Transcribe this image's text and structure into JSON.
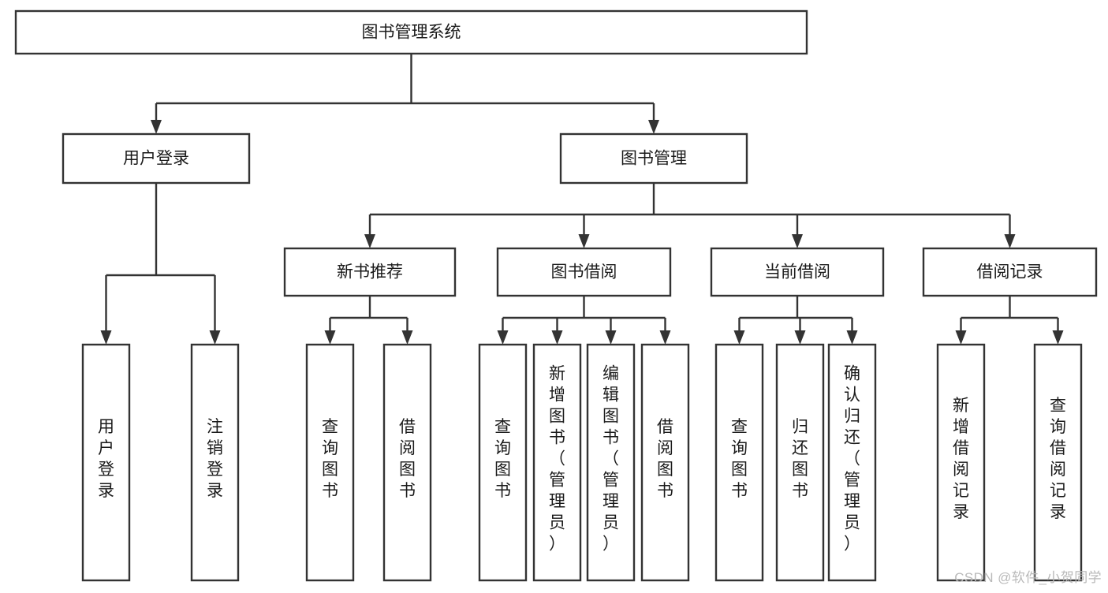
{
  "diagram": {
    "type": "tree",
    "title": "图书管理系统",
    "root": {
      "id": "root",
      "label": "图书管理系统"
    },
    "level2": [
      {
        "id": "user-login",
        "label": "用户登录"
      },
      {
        "id": "book-manage",
        "label": "图书管理"
      }
    ],
    "level3": [
      {
        "id": "new-book-recommend",
        "label": "新书推荐",
        "parent": "book-manage"
      },
      {
        "id": "book-borrow",
        "label": "图书借阅",
        "parent": "book-manage"
      },
      {
        "id": "current-borrow",
        "label": "当前借阅",
        "parent": "book-manage"
      },
      {
        "id": "borrow-record",
        "label": "借阅记录",
        "parent": "book-manage"
      }
    ],
    "leaves": [
      {
        "id": "leaf-user-login",
        "label": "用户登录",
        "parent": "user-login"
      },
      {
        "id": "leaf-user-logout",
        "label": "注销登录",
        "parent": "user-login"
      },
      {
        "id": "leaf-query-book-1",
        "label": "查询图书",
        "parent": "new-book-recommend"
      },
      {
        "id": "leaf-borrow-book-1",
        "label": "借阅图书",
        "parent": "new-book-recommend"
      },
      {
        "id": "leaf-query-book-2",
        "label": "查询图书",
        "parent": "book-borrow"
      },
      {
        "id": "leaf-add-book",
        "label": "新增图书（管理员）",
        "parent": "book-borrow"
      },
      {
        "id": "leaf-edit-book",
        "label": "编辑图书（管理员）",
        "parent": "book-borrow"
      },
      {
        "id": "leaf-borrow-book-2",
        "label": "借阅图书",
        "parent": "book-borrow"
      },
      {
        "id": "leaf-query-book-3",
        "label": "查询图书",
        "parent": "current-borrow"
      },
      {
        "id": "leaf-return-book",
        "label": "归还图书",
        "parent": "current-borrow"
      },
      {
        "id": "leaf-confirm-return",
        "label": "确认归还（管理员）",
        "parent": "current-borrow"
      },
      {
        "id": "leaf-add-record",
        "label": "新增借阅记录",
        "parent": "borrow-record"
      },
      {
        "id": "leaf-query-record",
        "label": "查询借阅记录",
        "parent": "borrow-record"
      }
    ],
    "colors": {
      "box_stroke": "#333333",
      "box_fill": "#ffffff",
      "text": "#1a1a1a",
      "background": "#ffffff",
      "watermark": "#b9b9b9"
    }
  },
  "watermark": {
    "text": "CSDN @软件_小贺同学"
  }
}
